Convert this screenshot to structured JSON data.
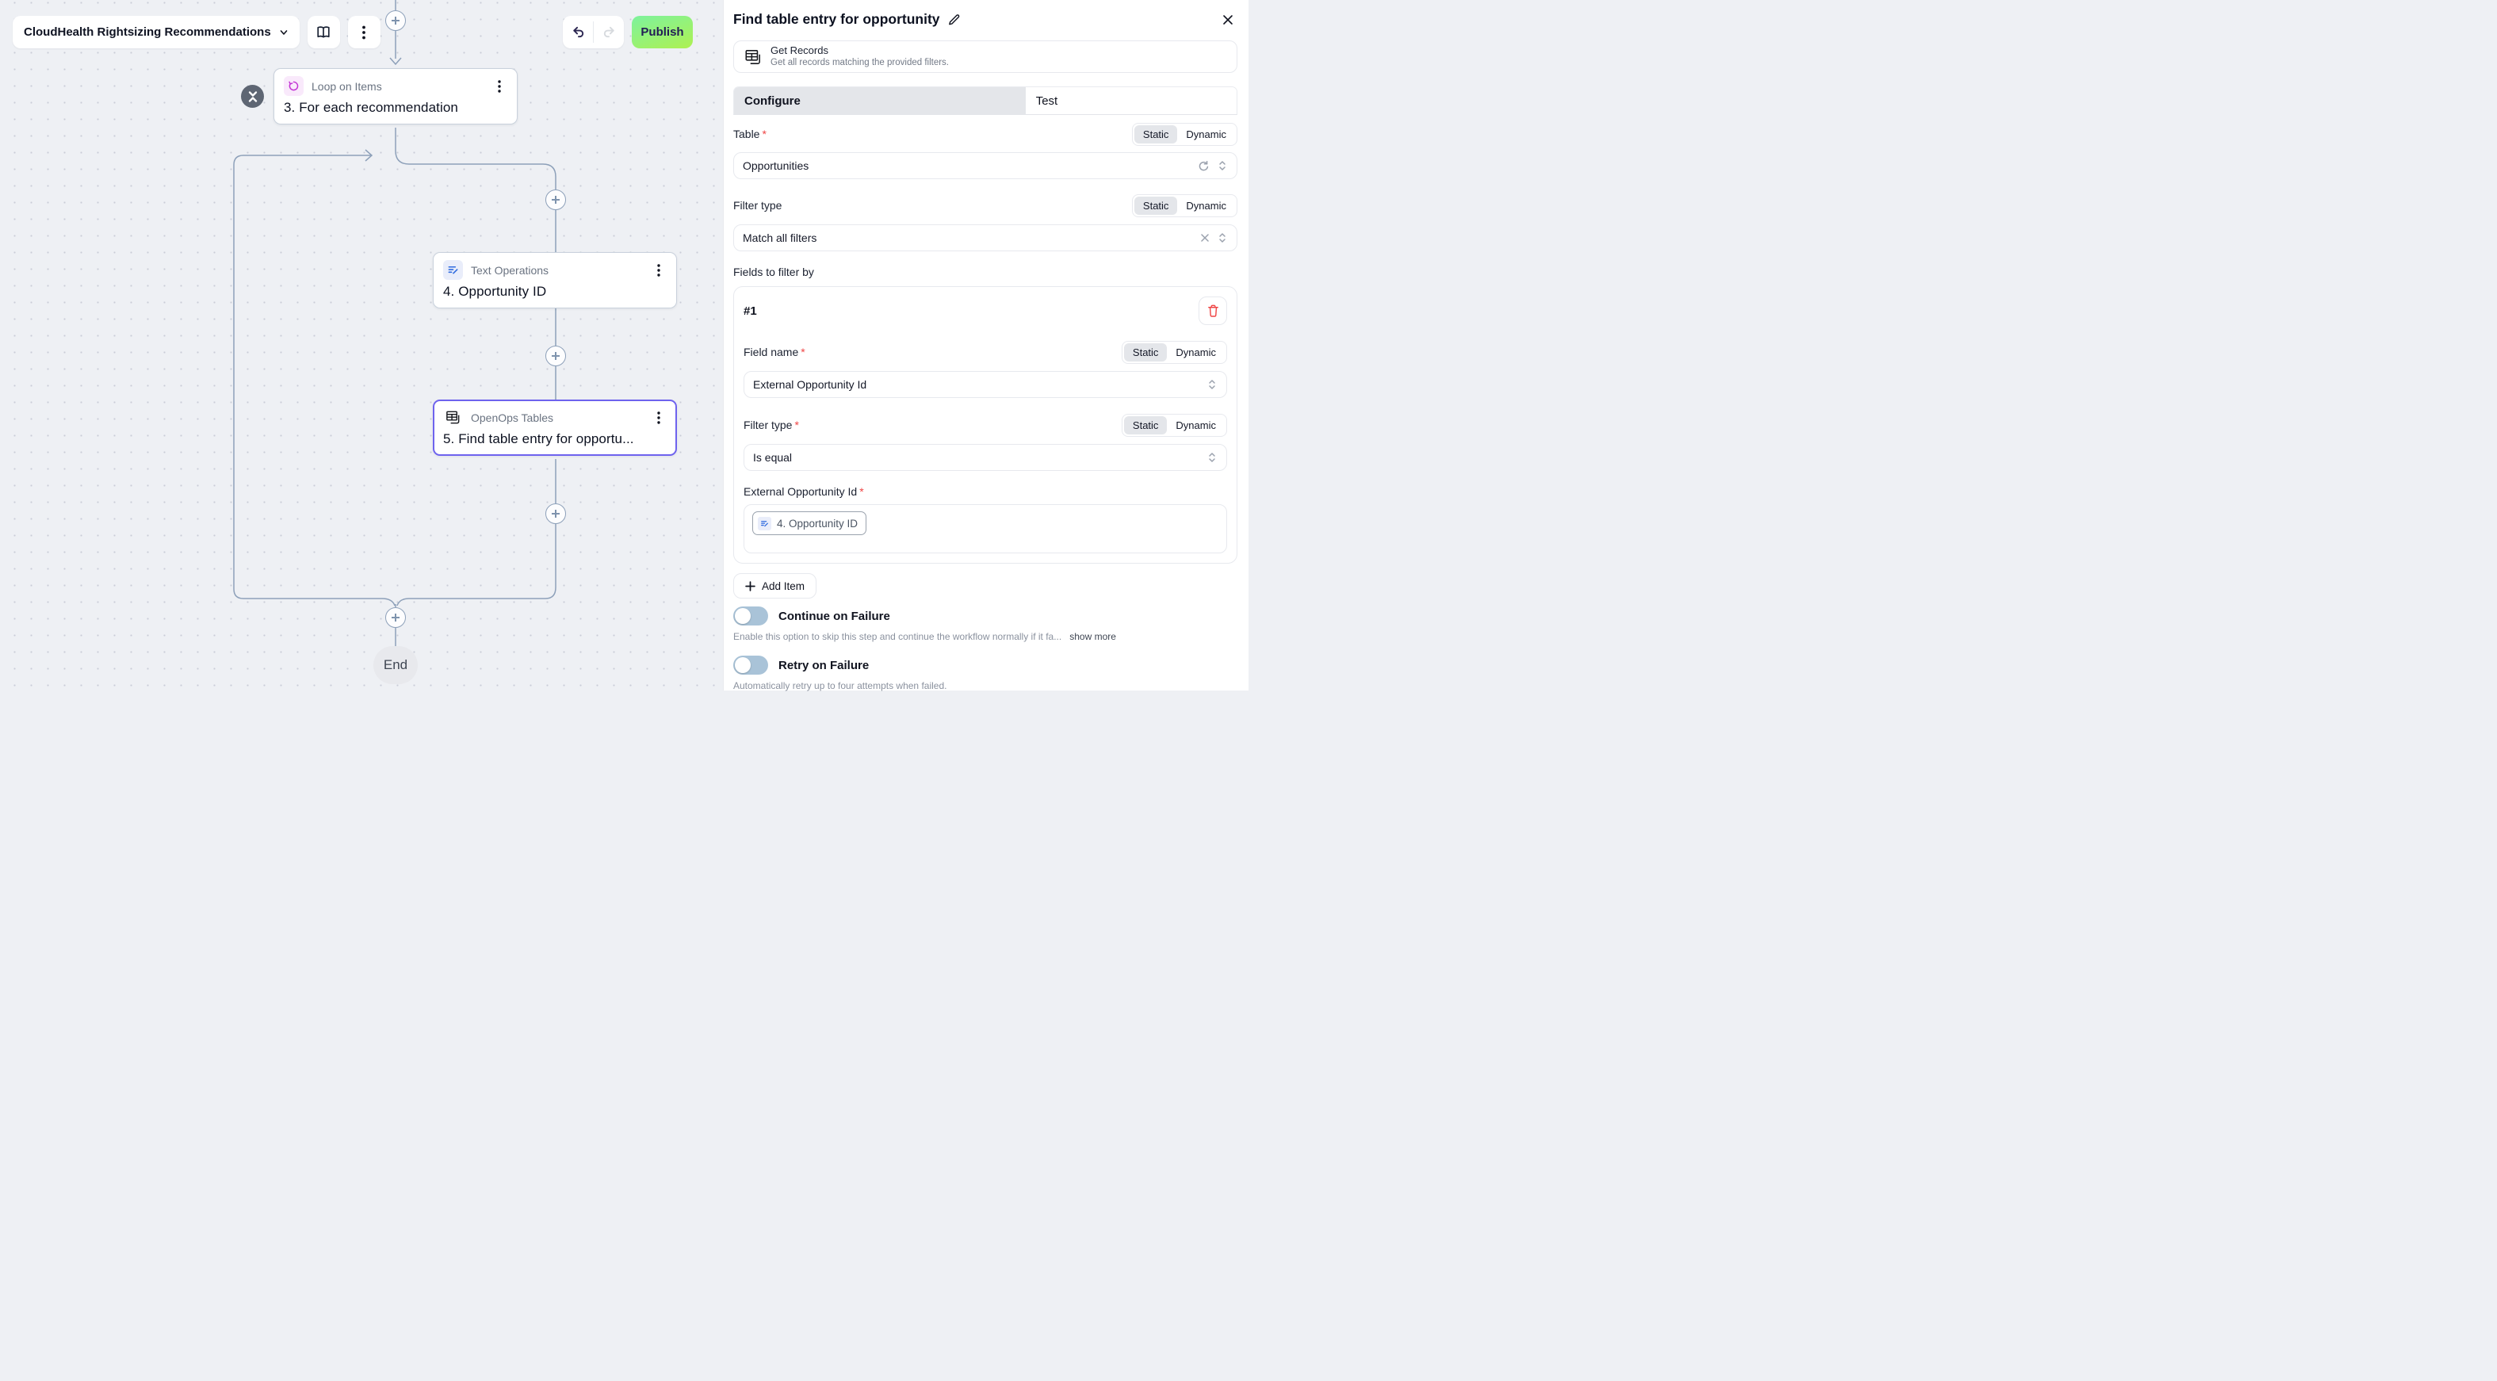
{
  "toolbar": {
    "workflow_name": "CloudHealth Rightsizing Recommendations",
    "publish_label": "Publish"
  },
  "canvas": {
    "nodes": {
      "loop": {
        "app": "Loop on Items",
        "title": "3. For each recommendation"
      },
      "text_ops": {
        "app": "Text Operations",
        "title": "4. Opportunity ID"
      },
      "tables": {
        "app": "OpenOps Tables",
        "title": "5. Find table entry for opportu..."
      }
    },
    "end_label": "End"
  },
  "panel": {
    "title": "Find table entry for opportunity",
    "action": {
      "name": "Get Records",
      "description": "Get all records matching the provided filters."
    },
    "tabs": {
      "configure": "Configure",
      "test": "Test"
    },
    "static_label": "Static",
    "dynamic_label": "Dynamic",
    "required_marker": "*",
    "table_field": {
      "label": "Table",
      "value": "Opportunities"
    },
    "filter_type_field": {
      "label": "Filter type",
      "value": "Match all filters"
    },
    "fields_to_filter_by_label": "Fields to filter by",
    "filter_item": {
      "index": "#1",
      "field_name": {
        "label": "Field name",
        "value": "External Opportunity Id"
      },
      "filter_type": {
        "label": "Filter type",
        "value": "Is equal"
      },
      "value_field": {
        "label": "External Opportunity Id",
        "token": "4. Opportunity ID"
      }
    },
    "add_item_label": "Add Item",
    "continue_on_failure": {
      "label": "Continue on Failure",
      "description": "Enable this option to skip this step and continue the workflow normally if it fa...",
      "show_more": "show more"
    },
    "retry_on_failure": {
      "label": "Retry on Failure",
      "description": "Automatically retry up to four attempts when failed."
    }
  },
  "colors": {
    "selected_node_border": "#6e63ee",
    "publish_gradient_start": "#7df29e",
    "publish_gradient_end": "#aef151",
    "toggle_off_track": "#a9c3d8",
    "danger": "#ef4444",
    "edge": "#8da0b9"
  }
}
